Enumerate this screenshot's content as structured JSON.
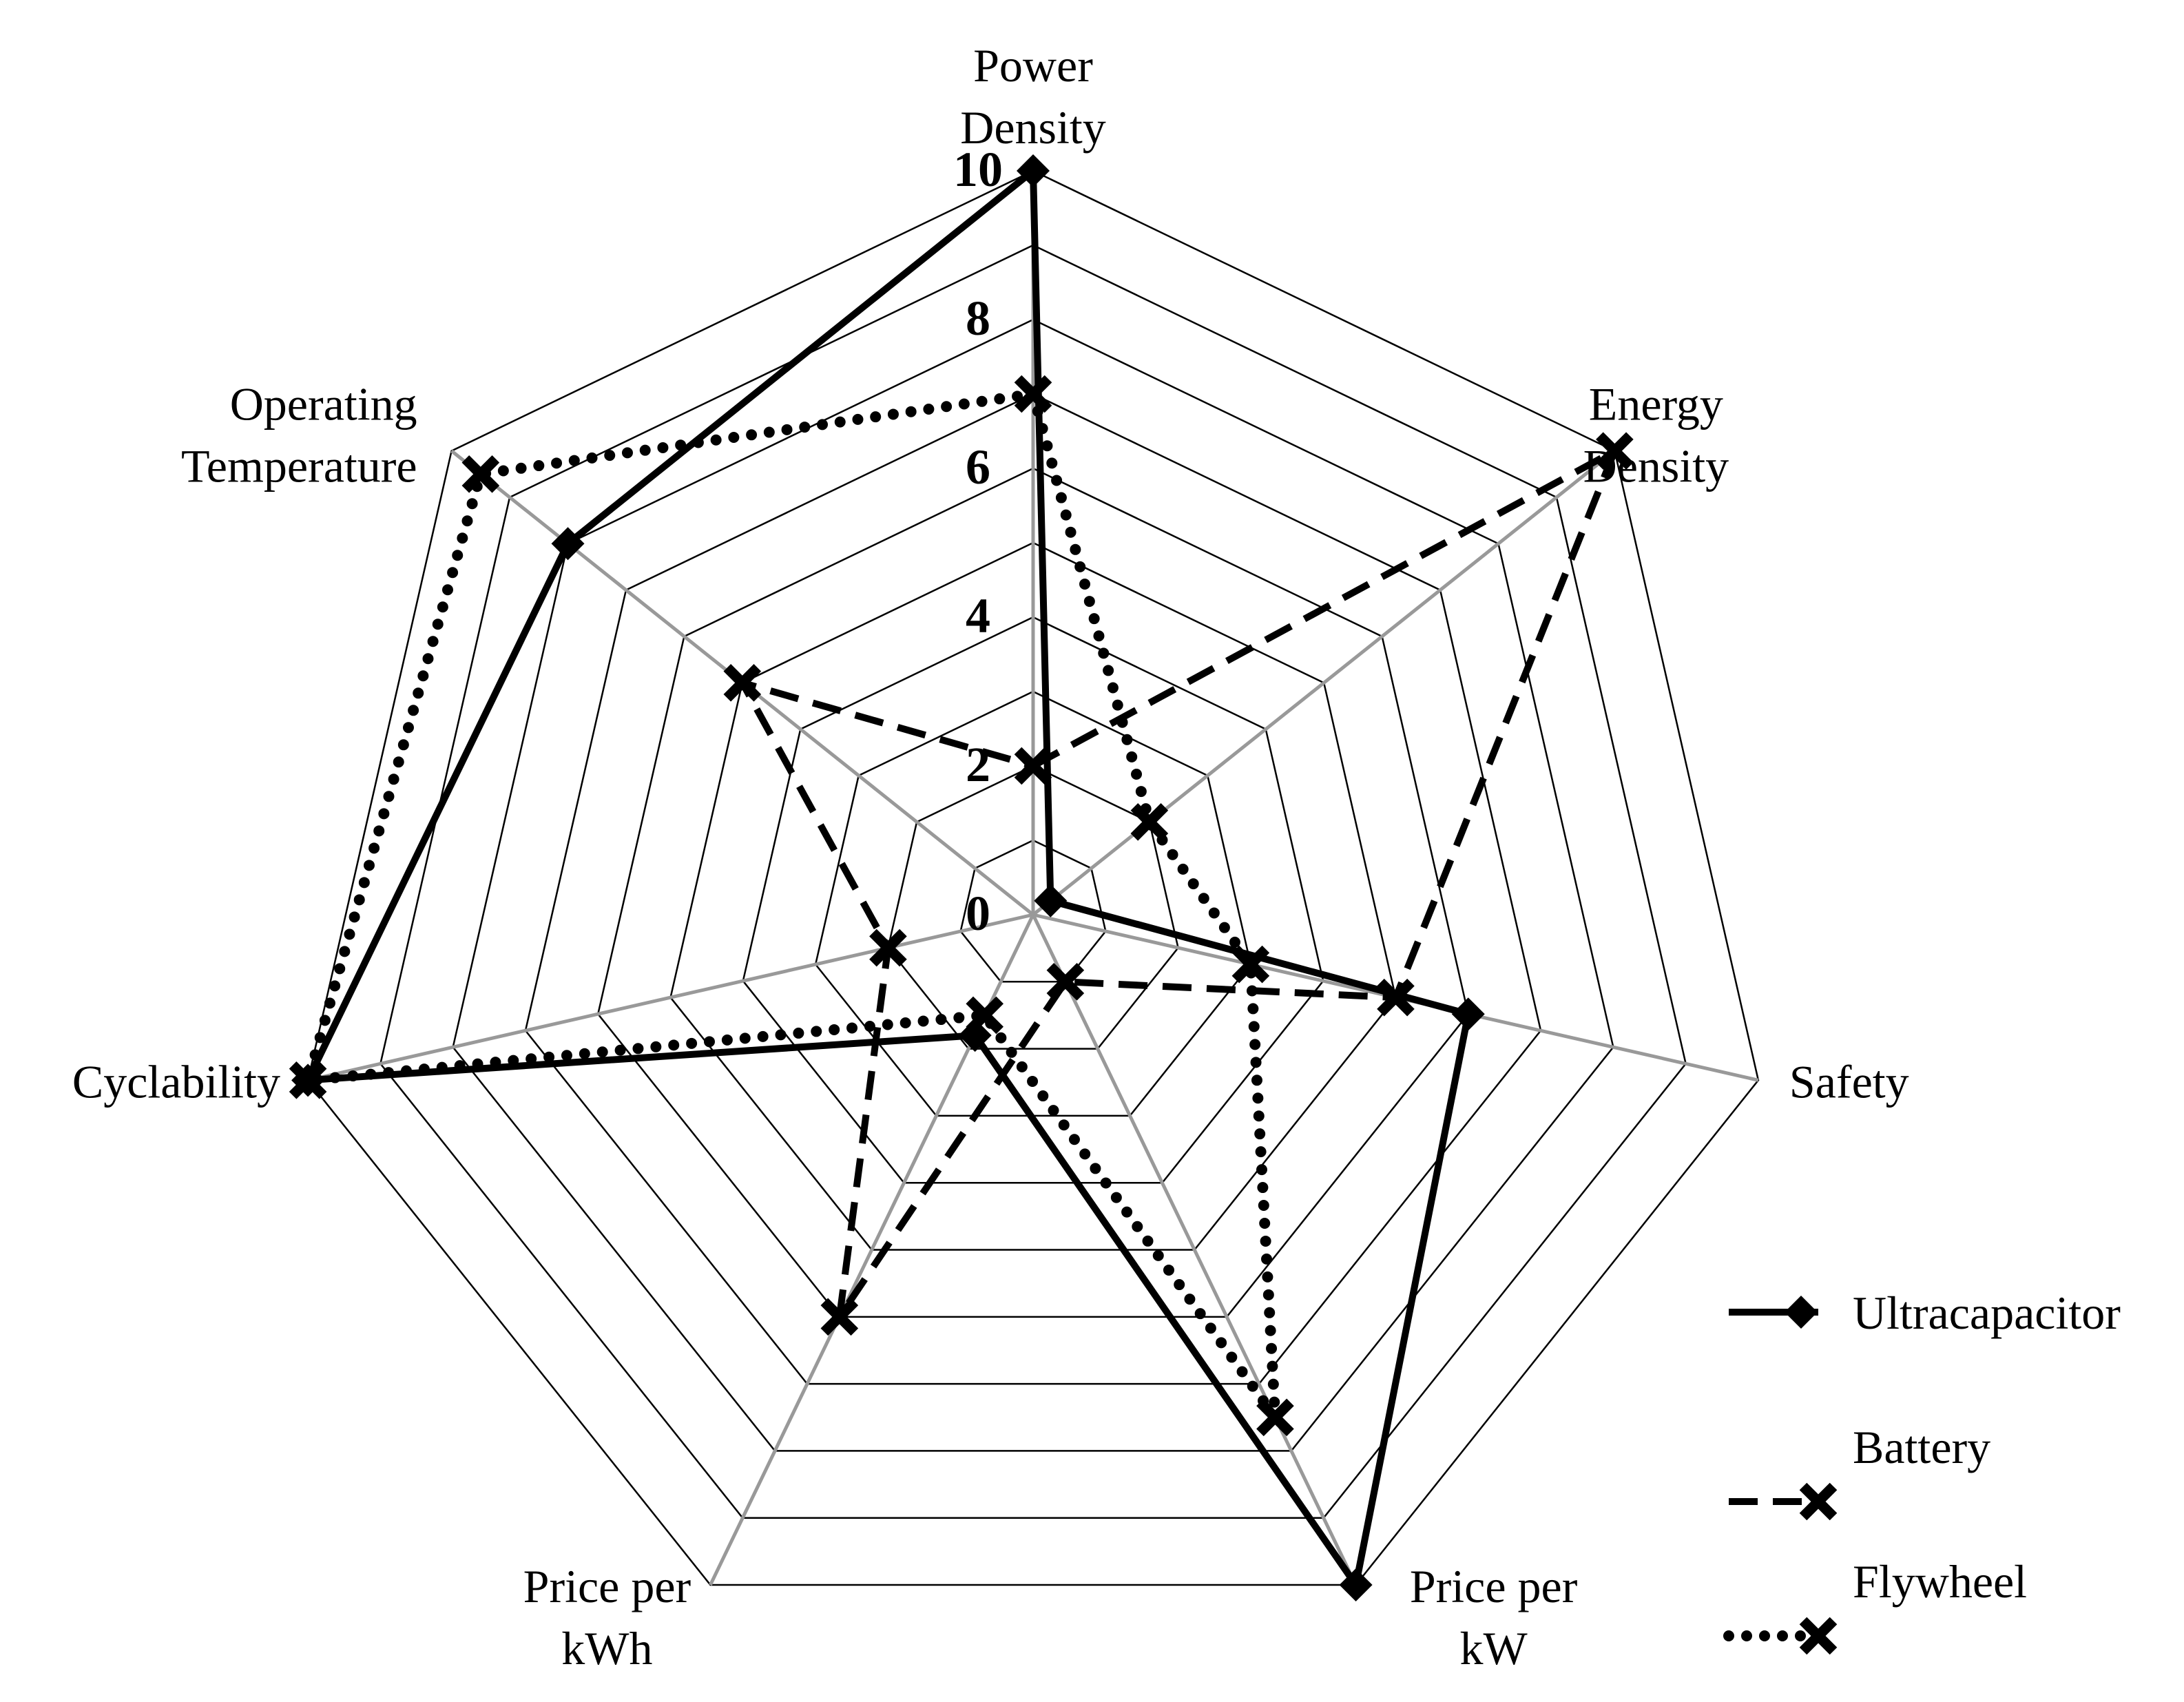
{
  "chart_data": {
    "type": "radar",
    "axes": [
      [
        "Power",
        "Density"
      ],
      [
        "Energy",
        "Density"
      ],
      [
        "Safety"
      ],
      [
        "Price per",
        "kW"
      ],
      [
        "Price per",
        "kWh"
      ],
      [
        "Cyclability"
      ],
      [
        "Operating",
        "Temperature"
      ]
    ],
    "ticks": [
      "0",
      "2",
      "4",
      "6",
      "8",
      "10"
    ],
    "range": [
      0,
      10
    ],
    "series": [
      {
        "name": "Ultracapacitor",
        "line": "solid",
        "marker": "diamond",
        "values": [
          10,
          0.3,
          6,
          10,
          1.8,
          10,
          8
        ]
      },
      {
        "name": "Battery",
        "line": "dashed",
        "marker": "x",
        "values": [
          2,
          10,
          5,
          1,
          6,
          2,
          5
        ]
      },
      {
        "name": "Flywheel",
        "line": "dotted",
        "marker": "x",
        "values": [
          7,
          2,
          3,
          7.5,
          1.5,
          10,
          9.5
        ]
      }
    ],
    "legend": "right",
    "colors": {
      "lines": "#000000",
      "grid": "#000000",
      "spokes": "#999999"
    }
  }
}
